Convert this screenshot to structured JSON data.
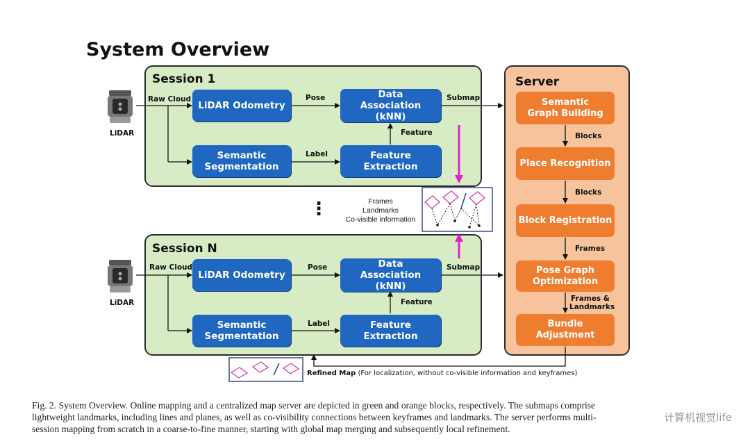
{
  "title": "System Overview",
  "session1": {
    "title": "Session 1",
    "raw_cloud": "Raw Cloud",
    "lidar_odometry": "LiDAR Odometry",
    "semantic_segmentation": "Semantic Segmentation",
    "data_association": "Data Association (kNN)",
    "feature_extraction": "Feature Extraction",
    "pose": "Pose",
    "label": "Label",
    "feature": "Feature",
    "submap": "Submap",
    "lidar_label": "LiDAR"
  },
  "sessionN": {
    "title": "Session N",
    "raw_cloud": "Raw Cloud",
    "lidar_odometry": "LiDAR Odometry",
    "semantic_segmentation": "Semantic Segmentation",
    "data_association": "Data Association (kNN)",
    "feature_extraction": "Feature Extraction",
    "pose": "Pose",
    "label": "Label",
    "feature": "Feature",
    "submap": "Submap",
    "lidar_label": "LiDAR"
  },
  "middle": {
    "dots": "⋮",
    "frames": "Frames",
    "landmarks": "Landmarks",
    "covisible": "Co-visible information"
  },
  "server": {
    "title": "Server",
    "semantic_graph_building": "Semantic Graph Building",
    "place_recognition": "Place Recognition",
    "block_registration": "Block Registration",
    "pose_graph_optimization": "Pose Graph Optimization",
    "bundle_adjustment": "Bundle Adjustment",
    "blocks_1": "Blocks",
    "blocks_2": "Blocks",
    "frames": "Frames",
    "frames_landmarks": "Frames & Landmarks"
  },
  "refined_map": {
    "bold": "Refined Map",
    "rest": " (For localization, without co-visible information and keyframes)"
  },
  "caption": {
    "line1": "Fig. 2.    System Overview. Online mapping and a centralized map server are depicted in green and orange blocks, respectively. The submaps comprise",
    "line2": "lightweight landmarks, including lines and planes, as well as co-visibility connections between keyframes and landmarks. The server performs multi-",
    "line3": "session mapping from scratch in a coarse-to-fine manner, starting with global map merging and subsequently local refinement."
  },
  "watermark": "计算机视觉life",
  "colors": {
    "session_bg": "#d7ebc4",
    "server_bg": "#f6c39c",
    "module_blue": "#1f67c0",
    "module_orange": "#ee7d2f",
    "magenta_arrow": "#e61fc8"
  }
}
